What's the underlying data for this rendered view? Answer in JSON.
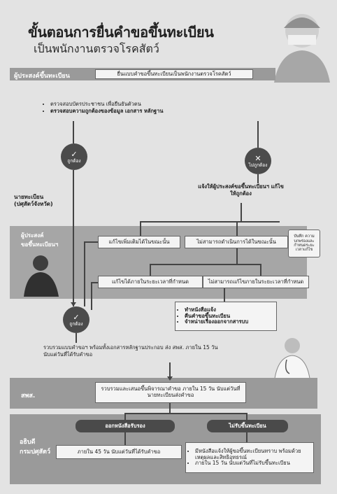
{
  "header": {
    "title": "ขั้นตอนการยื่นคำขอขึ้นทะเบียน",
    "subtitle": "เป็นพนักงานตรวจโรคสัตว์"
  },
  "lanes": {
    "applicant_top": "ผู้ประสงค์ขึ้นทะเบียน",
    "registrar": "นายทะเบียน\n(ปศุสัตว์จังหวัด)",
    "applicant_mid": "ผู้ประสงค์\nขอขึ้นทะเบียนฯ",
    "dld": "สพส.",
    "director_general": "อธิบดี\nกรมปศุสัตว์"
  },
  "steps": {
    "submit": "ยื่นแบบคำขอขึ้นทะเบียนเป็นพนักงานตรวจโรคสัตว์",
    "check_1": "ตรวจสอบบัตรประชาชน เพื่อยืนยันตัวตน",
    "check_2": "ตรวจสอบความถูกต้องของข้อมูล เอกสาร หลักฐาน",
    "correct_label": "ถูกต้อง",
    "incorrect_label": "ไม่ถูกต้อง",
    "notify": "แจ้งให้ผู้ประสงค์ขอขึ้นทะเบียนฯ แก้ไขให้ถูกต้อง",
    "fix_in_time": "แก้ไขเพิ่มเติมได้ในขณะนั้น",
    "cannot_fix_now": "ไม่สามารถดำเนินการได้ในขณะนั้น",
    "record_note": "บันทึก ความบกพร่องและกำหนดระยะเวลาแก้ไข",
    "fixed_on_time": "แก้ไขได้ภายในระยะเวลาที่กำหนด",
    "not_fixed_on_time": "ไม่สามารถแก้ไขภายในระยะเวลาที่กำหนด",
    "reject_1": "ทำหนังสือแจ้ง",
    "reject_2": "คืนคำขอขึ้นทะเบียน",
    "reject_3": "จำหน่ายเรื่องออกจากสารบบ",
    "forward": "รวบรวมแบบคำขอฯ พร้อมทั้งเอกสารหลักฐานประกอบ ส่ง สพส. ภายใน 15 วัน นับแต่วันที่ได้รับคำขอ",
    "dld_review": "รวบรวมและเสนอขึ้นพิจารณาคำขอ ภายใน 15 วัน นับแต่วันที่นายทะเบียนส่งคำขอ",
    "issue_cert": "ออกหนังสือรับรอง",
    "deny": "ไม่รับขึ้นทะเบียน",
    "issue_time": "ภายใน 45 วัน นับแต่วันที่ได้รับคำขอ",
    "deny_1": "มีหนังสือแจ้งให้ผู้ขอขึ้นทะเบียนทราบ พร้อมด้วยเหตุผลและสิทธิอุทธรณ์",
    "deny_2": "ภายใน 15 วัน นับแต่วันที่ไม่รับขึ้นทะเบียน"
  },
  "colors": {
    "lane": "#9a9a9a",
    "dark": "#4a4a4a",
    "box": "#f4f4f4"
  }
}
